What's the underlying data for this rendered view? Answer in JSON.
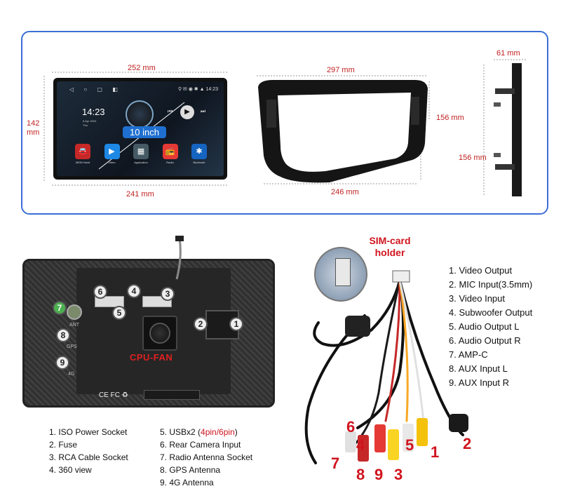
{
  "dimensions": {
    "screen_width_top": "252 mm",
    "screen_width_bottom": "241 mm",
    "screen_height": "142\nmm",
    "frame_width_top": "297 mm",
    "frame_width_bottom": "246 mm",
    "frame_height": "156 mm",
    "side_depth": "61 mm",
    "side_height": "156 mm"
  },
  "screen": {
    "clock": "14:23",
    "date_line1": "6 Apr 2024",
    "date_line2": "Thu",
    "size_badge": "10 inch",
    "apps": [
      {
        "label": "MEIN Nwld",
        "icon": "car-icon",
        "color": "#c62828"
      },
      {
        "label": "Video",
        "icon": "video-icon",
        "color": "#1e88e5"
      },
      {
        "label": "Application",
        "icon": "grid-icon",
        "color": "#455a64"
      },
      {
        "label": "Radio",
        "icon": "radio-icon",
        "color": "#e53935"
      },
      {
        "label": "Bluetooth",
        "icon": "bluetooth-icon",
        "color": "#1565c0"
      }
    ]
  },
  "back_panel": {
    "cpu_fan_label": "CPU-FAN",
    "ant_label": "ANT",
    "gps_label": "GPS",
    "g4_label": "4G",
    "cert_text": "CE FC ♻",
    "markers": [
      "1",
      "2",
      "3",
      "4",
      "5",
      "6",
      "7",
      "8",
      "9"
    ]
  },
  "harness": {
    "sim_label_line1": "SIM-card",
    "sim_label_line2": "holder",
    "plug_numbers": [
      "6",
      "4",
      "5",
      "1",
      "2",
      "7",
      "8",
      "9",
      "3"
    ]
  },
  "legend_left_col1": [
    "1. ISO Power Socket",
    "2. Fuse",
    "3. RCA Cable Socket",
    "4. 360 view"
  ],
  "legend_left_col2": {
    "item5_prefix": "5. USBx2 (",
    "item5_highlight": "4pin/6pin",
    "item5_suffix": ")",
    "items": [
      "6. Rear Camera Input",
      "7. Radio Antenna Socket",
      "8. GPS Antenna",
      "9. 4G Antenna"
    ]
  },
  "legend_right": [
    "1. Video Output",
    "2. MIC Input(3.5mm)",
    "3. Video Input",
    "4. Subwoofer Output",
    "5. Audio Output L",
    "6. Audio Output  R",
    "7. AMP-C",
    "8. AUX Input L",
    "9. AUX Input R"
  ]
}
